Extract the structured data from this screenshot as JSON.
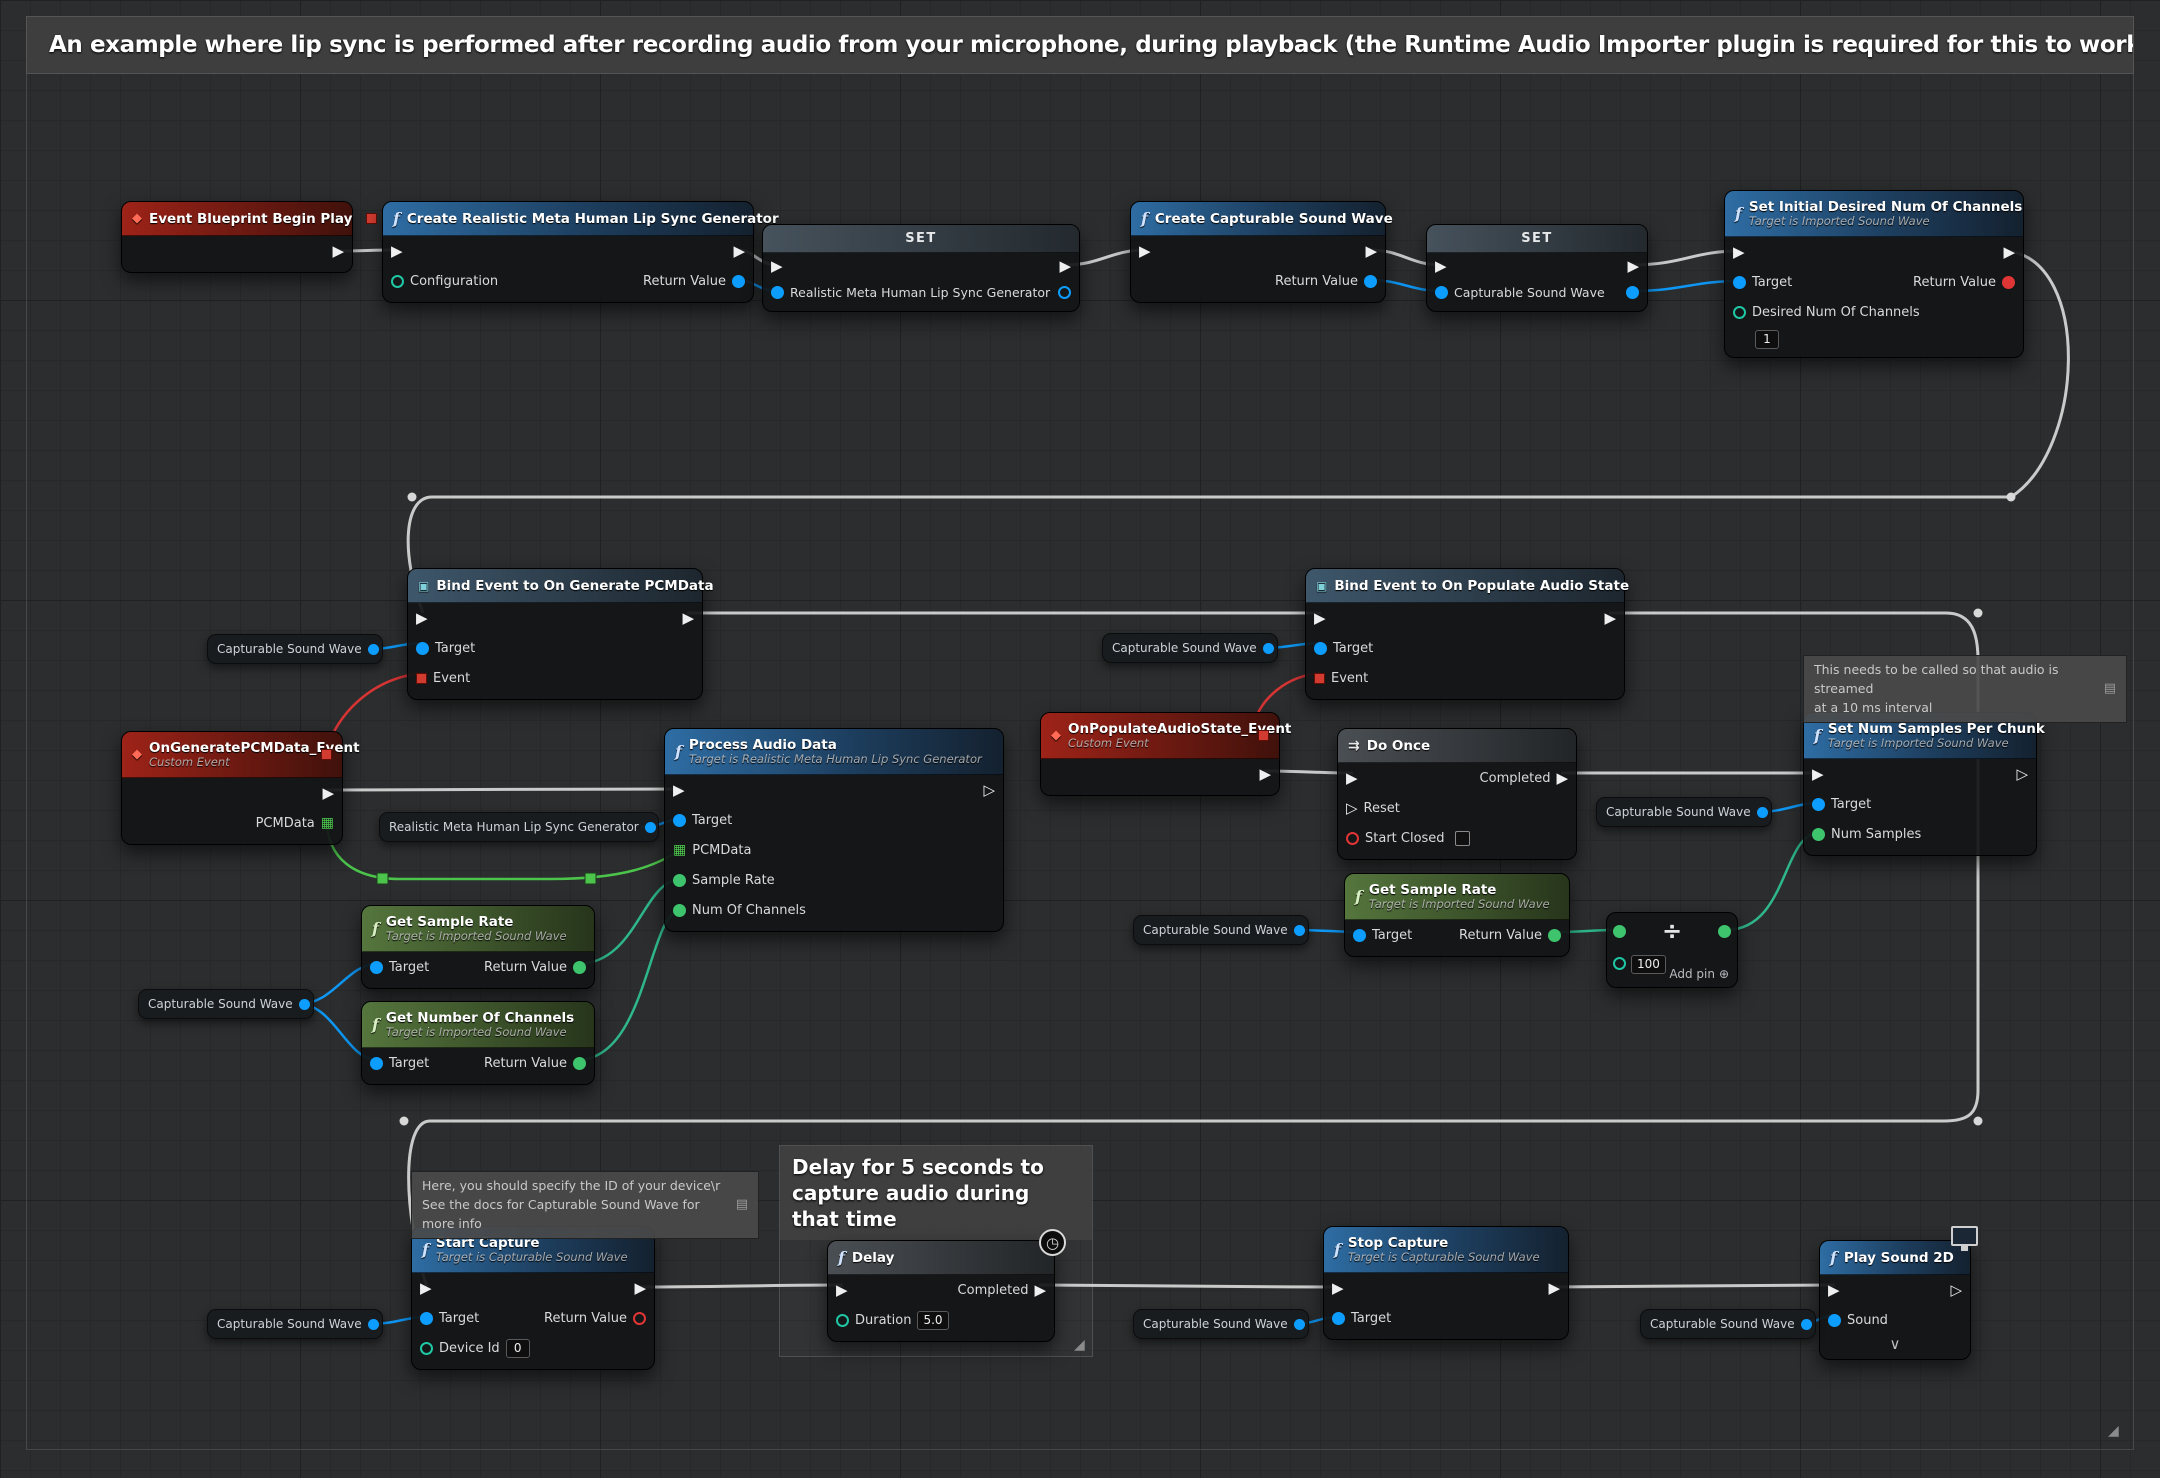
{
  "banner": {
    "text": "An example where lip sync is performed after recording audio from your microphone, during playback (the Runtime Audio Importer plugin is required for this to work)"
  },
  "icons": {
    "exec_filled": "▶",
    "exec_hollow": "▷",
    "function_f": "f",
    "event_diamond": "◆",
    "bind_box": "▣",
    "do_once": "⇉",
    "clock": "◷",
    "divide": "÷",
    "add_pin": "⊕",
    "chevron_down": "∨",
    "array_grid": "▦",
    "resize_corner": "◢",
    "grip": "▤"
  },
  "pills": {
    "capturable_sound_wave": "Capturable Sound Wave",
    "lipsync_generator": "Realistic Meta Human Lip Sync Generator"
  },
  "nodes": {
    "begin_play": {
      "title": "Event Blueprint Begin Play"
    },
    "create_lipsync_gen": {
      "title": "Create Realistic Meta Human Lip Sync Generator",
      "pin_configuration": "Configuration",
      "pin_return": "Return Value"
    },
    "set_lipsync": {
      "title": "SET",
      "pin_input": "Realistic Meta Human Lip Sync Generator"
    },
    "create_capturable": {
      "title": "Create Capturable Sound Wave",
      "pin_return": "Return Value"
    },
    "set_capturable": {
      "title": "SET",
      "pin_input": "Capturable Sound Wave"
    },
    "set_initial_channels": {
      "title": "Set Initial Desired Num Of Channels",
      "subtitle": "Target is Imported Sound Wave",
      "pin_target": "Target",
      "pin_return": "Return Value",
      "pin_channels": "Desired Num Of Channels",
      "channels_value": "1"
    },
    "bind_pcm": {
      "title": "Bind Event to On Generate PCMData",
      "pin_target": "Target",
      "pin_event": "Event"
    },
    "on_generate_event": {
      "title": "OnGeneratePCMData_Event",
      "subtitle": "Custom Event",
      "pin_pcmdata": "PCMData"
    },
    "process_audio": {
      "title": "Process Audio Data",
      "subtitle": "Target is Realistic Meta Human Lip Sync Generator",
      "pin_target": "Target",
      "pin_pcmdata": "PCMData",
      "pin_sample_rate": "Sample Rate",
      "pin_num_channels": "Num Of Channels"
    },
    "get_sample_rate_left": {
      "title": "Get Sample Rate",
      "subtitle": "Target is Imported Sound Wave",
      "pin_target": "Target",
      "pin_return": "Return Value"
    },
    "get_number_of_channels": {
      "title": "Get Number Of Channels",
      "subtitle": "Target is Imported Sound Wave",
      "pin_target": "Target",
      "pin_return": "Return Value"
    },
    "bind_populate": {
      "title": "Bind Event to On Populate Audio State",
      "pin_target": "Target",
      "pin_event": "Event"
    },
    "on_populate_event": {
      "title": "OnPopulateAudioState_Event",
      "subtitle": "Custom Event"
    },
    "do_once": {
      "title": "Do Once",
      "pin_completed": "Completed",
      "pin_reset": "Reset",
      "pin_start_closed": "Start Closed"
    },
    "get_sample_rate_right": {
      "title": "Get Sample Rate",
      "subtitle": "Target is Imported Sound Wave",
      "pin_target": "Target",
      "pin_return": "Return Value"
    },
    "divide": {
      "operand_value": "100",
      "add_pin_label": "Add pin"
    },
    "set_num_samples": {
      "title": "Set Num Samples Per Chunk",
      "subtitle": "Target is Imported Sound Wave",
      "pin_target": "Target",
      "pin_num_samples": "Num Samples"
    },
    "start_capture": {
      "title": "Start Capture",
      "subtitle": "Target is Capturable Sound Wave",
      "pin_target": "Target",
      "pin_return": "Return Value",
      "pin_device_id": "Device Id",
      "device_id_value": "0"
    },
    "delay": {
      "title": "Delay",
      "pin_completed": "Completed",
      "pin_duration": "Duration",
      "duration_value": "5.0"
    },
    "stop_capture": {
      "title": "Stop Capture",
      "subtitle": "Target is Capturable Sound Wave",
      "pin_target": "Target"
    },
    "play_sound_2d": {
      "title": "Play Sound 2D",
      "pin_sound": "Sound"
    }
  },
  "comments": {
    "chunk_note_line1": "This needs to be called so that audio is streamed",
    "chunk_note_line2": "at a 10 ms interval",
    "device_note_line1": "Here, you should specify the ID of your device\\r",
    "device_note_line2": "See the docs for Capturable Sound Wave for more info",
    "delay_comment": "Delay for 5 seconds to capture audio during that time"
  },
  "colors": {
    "background": "#2b2d2e",
    "exec_wire": "#d8d8d8",
    "object_wire": "#0d9dff",
    "integer_wire": "#2fbf8f",
    "array_wire": "#4cc44c",
    "delegate_wire": "#e03535",
    "event_header": "#9e2318",
    "function_header": "#2e6da4",
    "pure_function_header": "#5a7c40"
  }
}
